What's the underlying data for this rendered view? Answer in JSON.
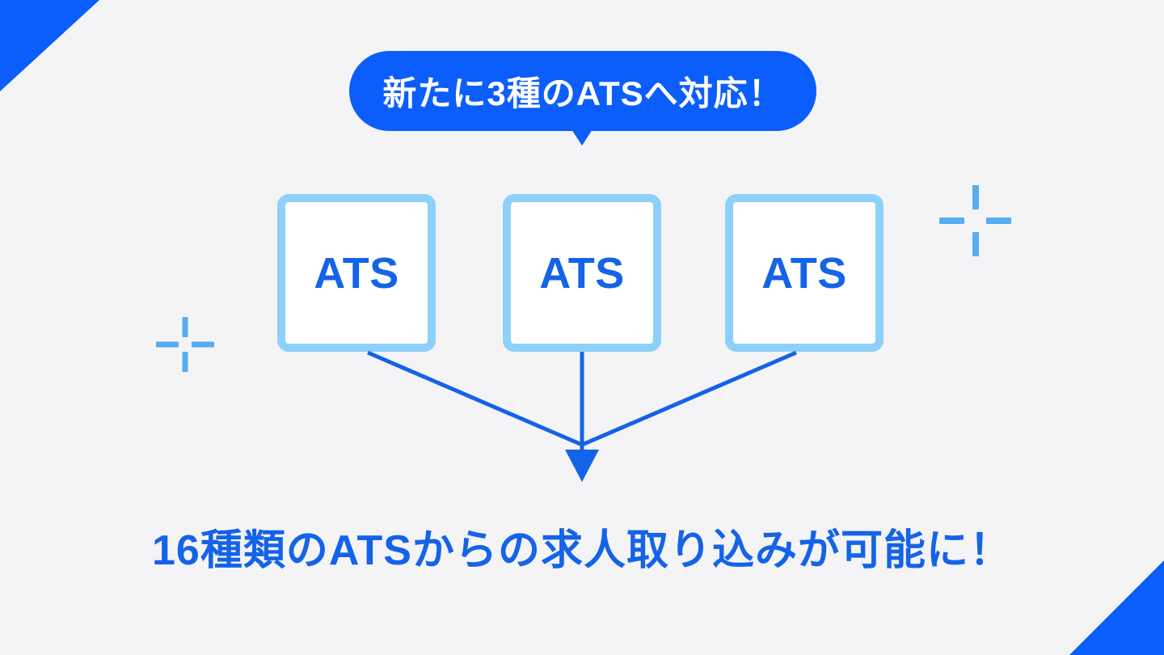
{
  "badge": {
    "text": "新たに3種のATSへ対応！"
  },
  "boxes": [
    {
      "label": "ATS"
    },
    {
      "label": "ATS"
    },
    {
      "label": "ATS"
    }
  ],
  "headline": {
    "text": "16種類のATSからの求人取り込みが可能に！"
  },
  "decorations": {
    "top_left_corner": "blue-corner-triangle",
    "bottom_right_corner": "blue-corner-triangle",
    "left_crosshair": "crosshair-plus",
    "right_crosshair": "crosshair-plus",
    "arrow": "converging-down-arrow"
  },
  "colors": {
    "background": "#F4F4F6",
    "accent_blue": "#0B5EFB",
    "content_blue": "#1463E8",
    "box_border": "#8DD0FA",
    "box_fill": "#FFFFFF",
    "crosshair": "#58ACF2",
    "badge_text": "#FFFFFF"
  }
}
